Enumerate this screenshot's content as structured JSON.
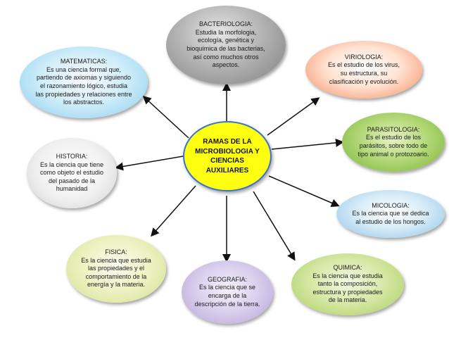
{
  "center": {
    "lines": [
      "RAMAS DE LA",
      "MICROBIOLOGIA Y",
      "CIENCIAS",
      "AUXILIARES"
    ]
  },
  "nodes": {
    "bacteriologia": {
      "title": "BACTERIOLOGIA:",
      "lines": [
        "Estudia la morfologia,",
        "ecología, genética y",
        "bioquímica de las bacterias,",
        "así como muchos otros",
        "aspectos."
      ]
    },
    "viriologia": {
      "title": "VIRIOLOGIA:",
      "lines": [
        "Es el estudio de los virus,",
        "su estructura, su",
        "clasificación  y evolución."
      ]
    },
    "parasitologia": {
      "title": "PARASITOLOGIA:",
      "lines": [
        "Es el estudio de los",
        "parásitos, sobre todo de",
        "tipo animal o protozoario."
      ]
    },
    "micologia": {
      "title": "MICOLOGIA:",
      "lines": [
        "Es la ciencia que se dedica",
        "al estudio de los hongos."
      ]
    },
    "quimica": {
      "title": "QUIMICA:",
      "lines": [
        "Es la ciencia que estudia",
        "tanto la composición,",
        "estructura y propiedades",
        "de la materia."
      ]
    },
    "geografia": {
      "title": "GEOGRAFIA:",
      "lines": [
        "Es la ciencia que se",
        "encarga de la",
        "descripción de la tierra."
      ]
    },
    "fisica": {
      "title": "FISICA:",
      "lines": [
        "Es la ciencia que estudia",
        "las propiedades y el",
        "comportamiento de la",
        "energía y la materia."
      ]
    },
    "historia": {
      "title": "HISTORIA:",
      "lines": [
        "Es la ciencia que tiene",
        "como objeto el estudio",
        "del pasado de la",
        "humanidad"
      ]
    },
    "matematicas": {
      "title": "MATEMATICAS:",
      "lines": [
        "Es una ciencia  formal que,",
        "partiendo de axiomas y siguiendo",
        "el razonamiento lógico, estudia",
        "las propiedades y relaciones entre",
        "los abstractos."
      ]
    }
  },
  "colors": {
    "center_fill": "#ffff10",
    "center_border": "#3b6fd0",
    "arrow": "#111111"
  }
}
